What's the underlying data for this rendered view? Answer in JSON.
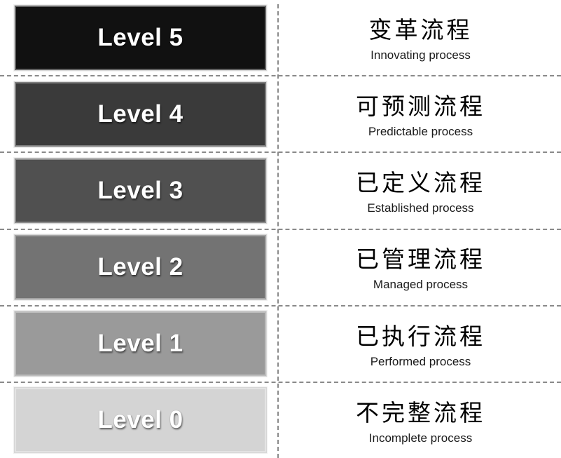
{
  "colors": {
    "background": "#ffffff",
    "separator_dash": "#8a8a8a",
    "level_label_text": "#ffffff",
    "title_text": "#000000",
    "subtitle_text": "#1a1a1a"
  },
  "rows": [
    {
      "level_label": "Level 5",
      "title_zh": "变革流程",
      "subtitle_en": "Innovating process",
      "box_color": "#111111"
    },
    {
      "level_label": "Level 4",
      "title_zh": "可预测流程",
      "subtitle_en": "Predictable process",
      "box_color": "#3a3a3a"
    },
    {
      "level_label": "Level 3",
      "title_zh": "已定义流程",
      "subtitle_en": "Established process",
      "box_color": "#505050"
    },
    {
      "level_label": "Level 2",
      "title_zh": "已管理流程",
      "subtitle_en": "Managed process",
      "box_color": "#737373"
    },
    {
      "level_label": "Level 1",
      "title_zh": "已执行流程",
      "subtitle_en": "Performed process",
      "box_color": "#9a9a9a"
    },
    {
      "level_label": "Level 0",
      "title_zh": "不完整流程",
      "subtitle_en": "Incomplete process",
      "box_color": "#d4d4d4"
    }
  ]
}
